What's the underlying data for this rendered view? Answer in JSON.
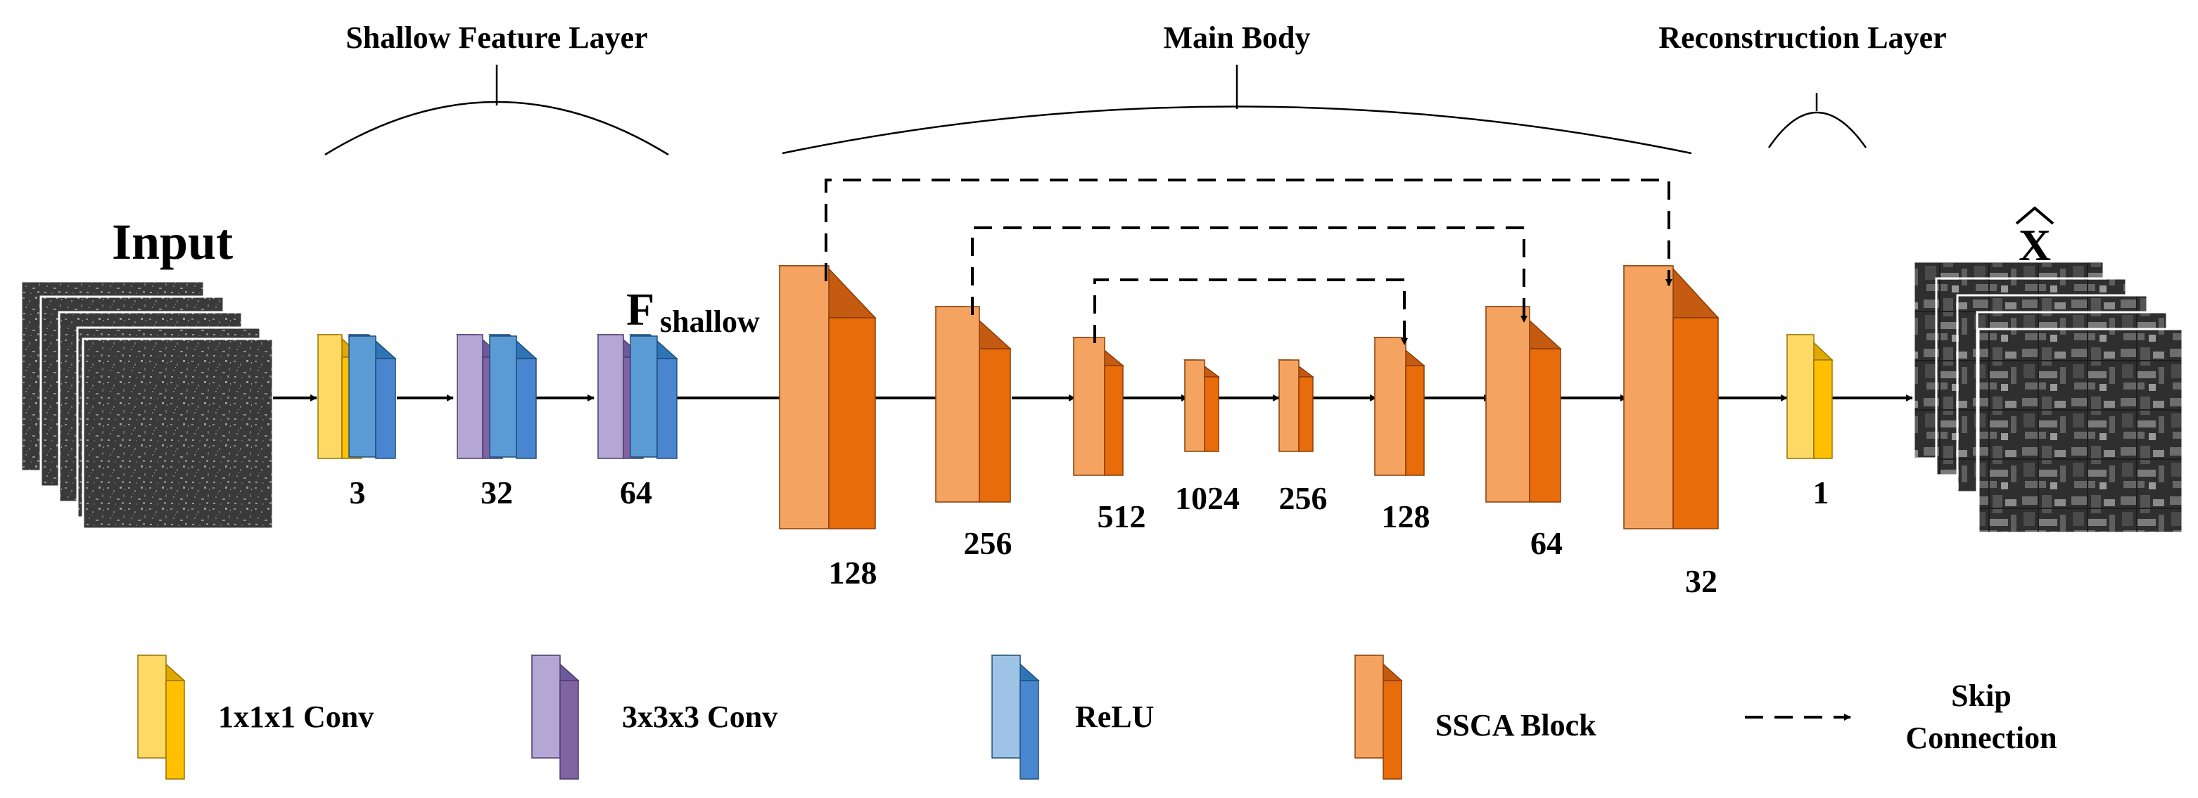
{
  "sections": {
    "shallow": "Shallow Feature Layer",
    "main": "Main Body",
    "reconstruction": "Reconstruction Layer"
  },
  "input_label": "Input",
  "shallow_feature": {
    "main": "F",
    "sub": "shallow"
  },
  "output_label": "X",
  "shallow_channels": [
    "3",
    "32",
    "64"
  ],
  "body_channels": [
    "128",
    "256",
    "512",
    "1024",
    "256",
    "128",
    "64",
    "32"
  ],
  "output_channels": "1",
  "legend": {
    "conv1": "1x1x1 Conv",
    "conv3": "3x3x3 Conv",
    "relu": "ReLU",
    "ssca": "SSCA Block",
    "skip_line1": "Skip",
    "skip_line2": "Connection"
  },
  "colors": {
    "conv1": "#FFD966",
    "conv3": "#B4A7D6",
    "relu": "#5B9BD5",
    "ssca": "#F4A460",
    "ssca_side": "#E86C0A"
  }
}
